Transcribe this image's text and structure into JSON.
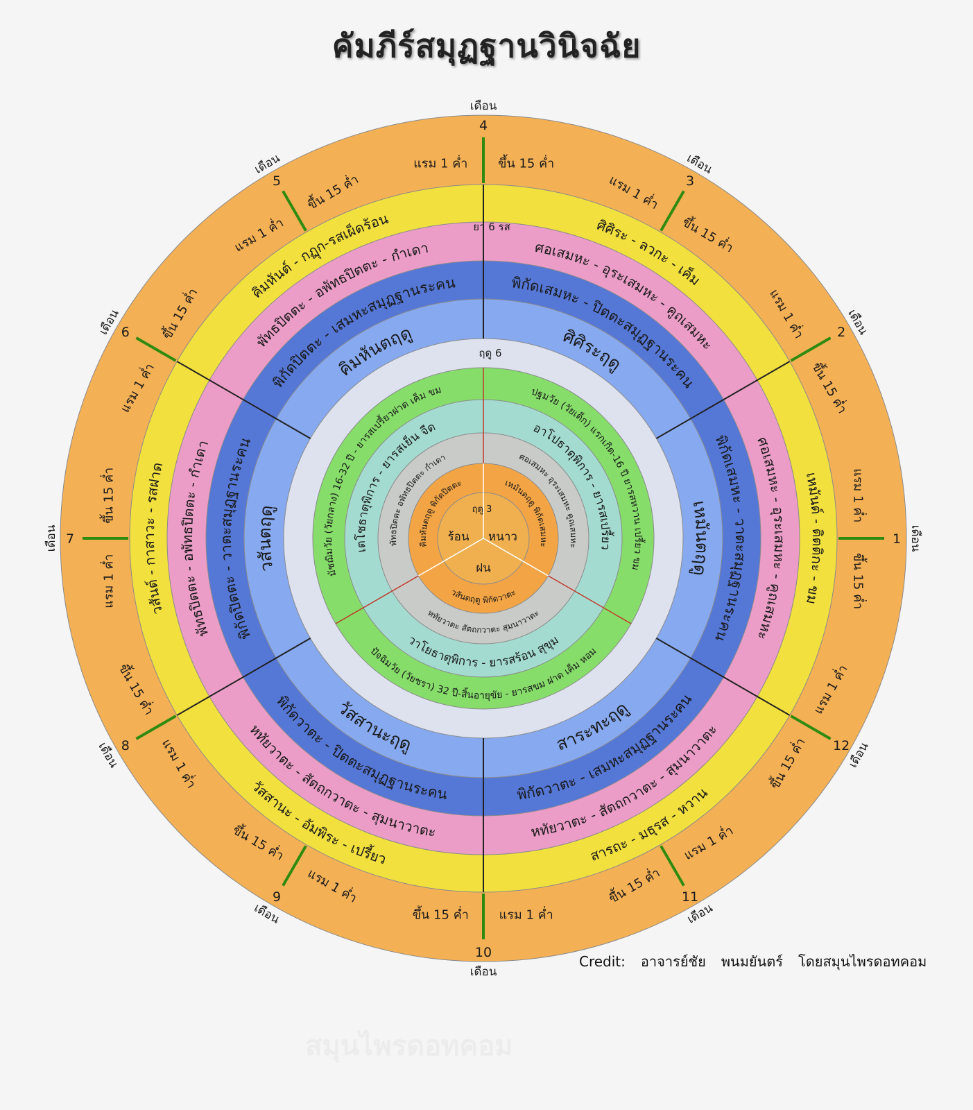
{
  "title": "คัมภีร์สมุฏฐานวินิจฉัย",
  "credit": {
    "prefix": "Credit:",
    "author": "อาจารย์ชัย",
    "surname": "พนมยันตร์",
    "source": "โดยสมุนไพรดอทคอม"
  },
  "watermark": "สมุนไพรดอทคอม",
  "colors": {
    "orange": "#f4b055",
    "yellow": "#f2e03e",
    "pink": "#eb9dc7",
    "blue_dark": "#5577d6",
    "blue_light": "#86a9ef",
    "ring_pale": "#dde2ee",
    "green": "#86dd6a",
    "teal": "#a3dbd0",
    "gray": "#c9cbc8",
    "core": "#f3a545",
    "month_tick": "#2e8b10"
  },
  "months": [
    {
      "num": "1",
      "word": "เดือน",
      "wane": "แรม 1 ค่ำ",
      "wax": "ขึ้น 15 ค่ำ"
    },
    {
      "num": "2",
      "word": "เดือน",
      "wane": "แรม 1 ค่ำ",
      "wax": "ขึ้น 15 ค่ำ"
    },
    {
      "num": "3",
      "word": "เดือน",
      "wane": "แรม 1 ค่ำ",
      "wax": "ขึ้น 15 ค่ำ"
    },
    {
      "num": "4",
      "word": "เดือน",
      "wane": "แรม 1 ค่ำ",
      "wax": "ขึ้น 15 ค่ำ"
    },
    {
      "num": "5",
      "word": "เดือน",
      "wane": "แรม 1 ค่ำ",
      "wax": "ขึ้น 15 ค่ำ"
    },
    {
      "num": "6",
      "word": "เดือน",
      "wane": "แรม 1 ค่ำ",
      "wax": "ขึ้น 15 ค่ำ"
    },
    {
      "num": "7",
      "word": "เดือน",
      "wane": "แรม 1 ค่ำ",
      "wax": "ขึ้น 15 ค่ำ"
    },
    {
      "num": "8",
      "word": "เดือน",
      "wane": "แรม 1 ค่ำ",
      "wax": "ขึ้น 15 ค่ำ"
    },
    {
      "num": "9",
      "word": "เดือน",
      "wane": "แรม 1 ค่ำ",
      "wax": "ขึ้น 15 ค่ำ"
    },
    {
      "num": "10",
      "word": "เดือน",
      "wane": "แรม 1 ค่ำ",
      "wax": "ขึ้น 15 ค่ำ"
    },
    {
      "num": "11",
      "word": "เดือน",
      "wane": "แรม 1 ค่ำ",
      "wax": "ขึ้น 15 ค่ำ"
    },
    {
      "num": "12",
      "word": "เดือน",
      "wane": "แรม 1 ค่ำ",
      "wax": "ขึ้น 15 ค่ำ"
    }
  ],
  "six_seasons": {
    "ring_label_yellow": "ยา  6 รส",
    "ring_label_blue": "ฤดู  6",
    "sectors": [
      {
        "taste": "ศิศิระ - ลวกะ - เค็ม",
        "pitta": "ศอเสมหะ - อุระเสมหะ - คูถเสมหะ",
        "samutthana": "พิกัดเสมหะ - ปิตตะสมุฏฐานระคน",
        "season": "ศิศิระฤดู"
      },
      {
        "taste": "เหมันต์ - ติตติกะ - ขม",
        "pitta": "ศอเสมหะ - อุระเสมหะ - คูถเสมหะ",
        "samutthana": "พิกัดเสมหะ - วาตะสมุฏฐานระคน",
        "season": "เหมันตฤดู"
      },
      {
        "taste": "สารถะ - มธุรส - หวาน",
        "pitta": "หทัยวาตะ - สัตถกวาตะ - สุมนาวาตะ",
        "samutthana": "พิกัดวาตะ - เสมหะสมุฏฐานระคน",
        "season": "สาระทะฤดู"
      },
      {
        "taste": "วัสสานะ - อัมพิระ - เปรี้ยว",
        "pitta": "หทัยวาตะ - สัตถกวาตะ - สุมนาวาตะ",
        "samutthana": "พิกัดวาตะ - ปิตตะสมุฏฐานระคน",
        "season": "วัสสานะฤดู"
      },
      {
        "taste": "วสันต์ - กาสาวะ - รสฝาด",
        "pitta": "พัทธปิตตะ - อพัทธปิตตะ - กำเดา",
        "samutthana": "พิกัดปิตตะ - วาตะสมุฏฐานระคน",
        "season": "วสันตฤดู"
      },
      {
        "taste": "คิมหันต์ - กฏุก-รสเผ็ดร้อน",
        "pitta": "พัทธปิตตะ - อพัทธปิตตะ - กำเดา",
        "samutthana": "พิกัดปิตตะ - เสมหะสมุฏฐานระคน",
        "season": "คิมหันตฤดู"
      }
    ]
  },
  "three_seasons": {
    "sectors": [
      {
        "age": "ปฐมวัย (วัยเด็ก) แรกเกิด-16 ปี ยารสหวาน เปรี้ยว ขม",
        "element": "อาโปธาตุพิการ - ยารสเปรี้ยว",
        "organs": "ศอเสมหะ อุระเสมหะ คูถเสมหะ",
        "season": "เหมันตฤดู พิกัดเสมหะ",
        "core": "หนาว"
      },
      {
        "age": "ปัจฉิมวัย (วัยชรา) 32 ปี-สิ้นอายุขัย - ยารสขม ฝาด เค็ม หอม",
        "element": "วาโยธาตุพิการ - ยารสร้อน สุขุม",
        "organs": "หทัยวาตะ สัตถกวาตะ สุมนาวาตะ",
        "season": "วสันตฤดู พิกัดวาตะ",
        "core": "ฝน"
      },
      {
        "age": "มัชฌิมวัย (วัยกลาง) 16-32 ปี - ยารสเปรี้ยวฝาด เค็ม ขม",
        "element": "เตโชธาตุพิการ - ยารสเย็น จืด",
        "organs": "พัทธปิตตะ อพัทธปิตตะ กำเดา",
        "season": "คิมหันตฤดู พิกัดปิตตะ",
        "core": "ร้อน"
      }
    ],
    "core_label": "ฤดู  3"
  }
}
